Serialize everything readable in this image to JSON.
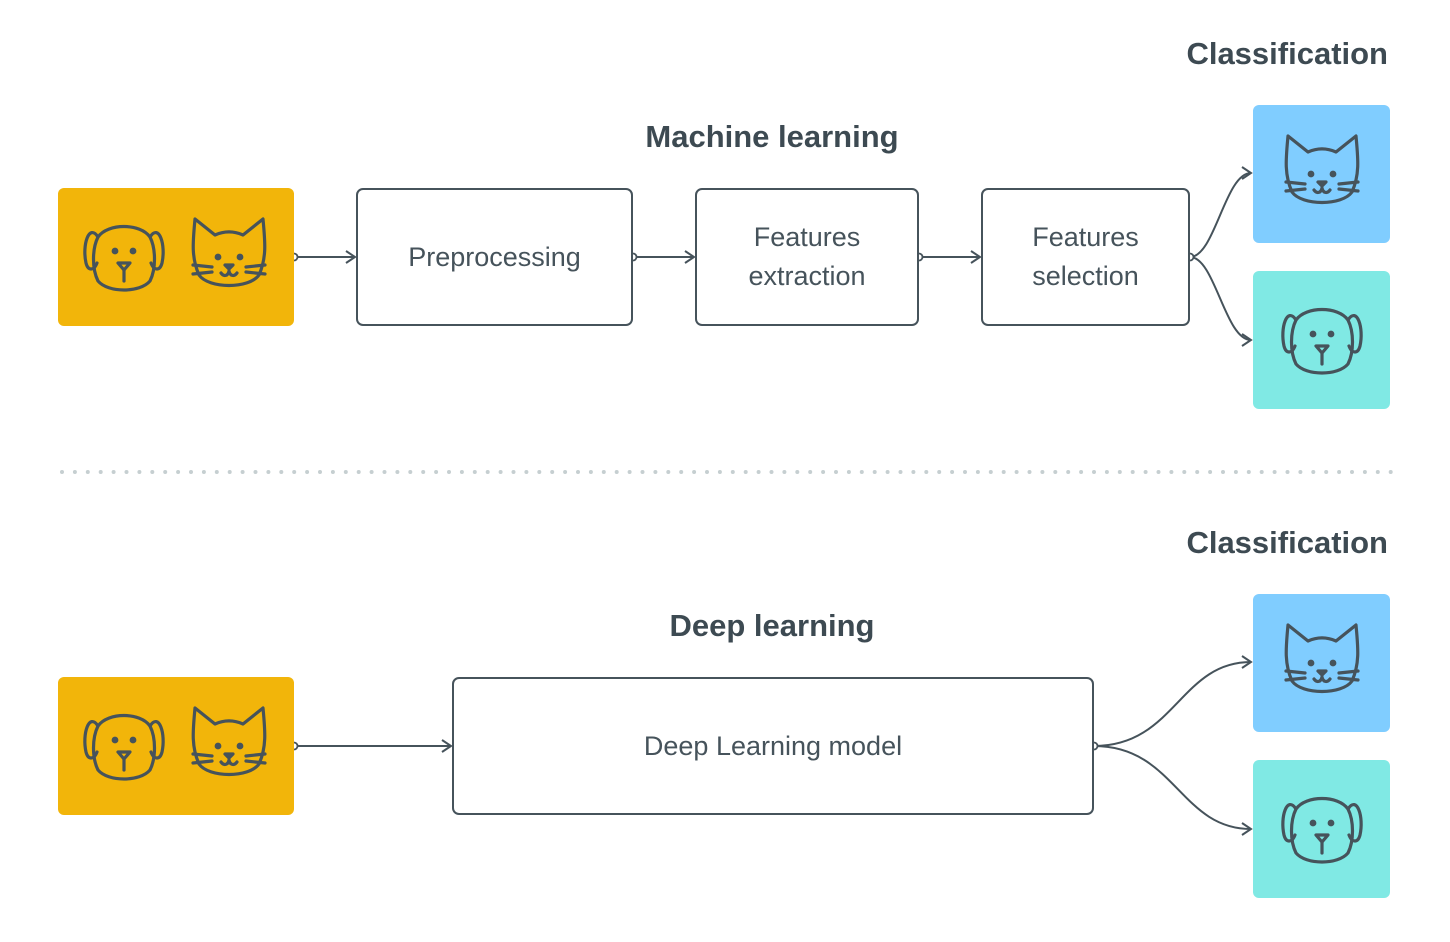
{
  "colors": {
    "input_tile": "#f2b50a",
    "cat_output_tile": "#80cdff",
    "dog_output_tile": "#80e9e4",
    "line": "#46535b",
    "separator_dots": "#c6cfd1"
  },
  "ml": {
    "title": "Machine learning",
    "classification_label": "Classification",
    "input_icons": [
      "dog-icon",
      "cat-icon"
    ],
    "steps": [
      {
        "lines": [
          "Preprocessing"
        ]
      },
      {
        "lines": [
          "Features",
          "extraction"
        ]
      },
      {
        "lines": [
          "Features",
          "selection"
        ]
      }
    ],
    "outputs": [
      "cat-icon",
      "dog-icon"
    ]
  },
  "dl": {
    "title": "Deep learning",
    "classification_label": "Classification",
    "input_icons": [
      "dog-icon",
      "cat-icon"
    ],
    "model_label": "Deep Learning model",
    "outputs": [
      "cat-icon",
      "dog-icon"
    ]
  }
}
